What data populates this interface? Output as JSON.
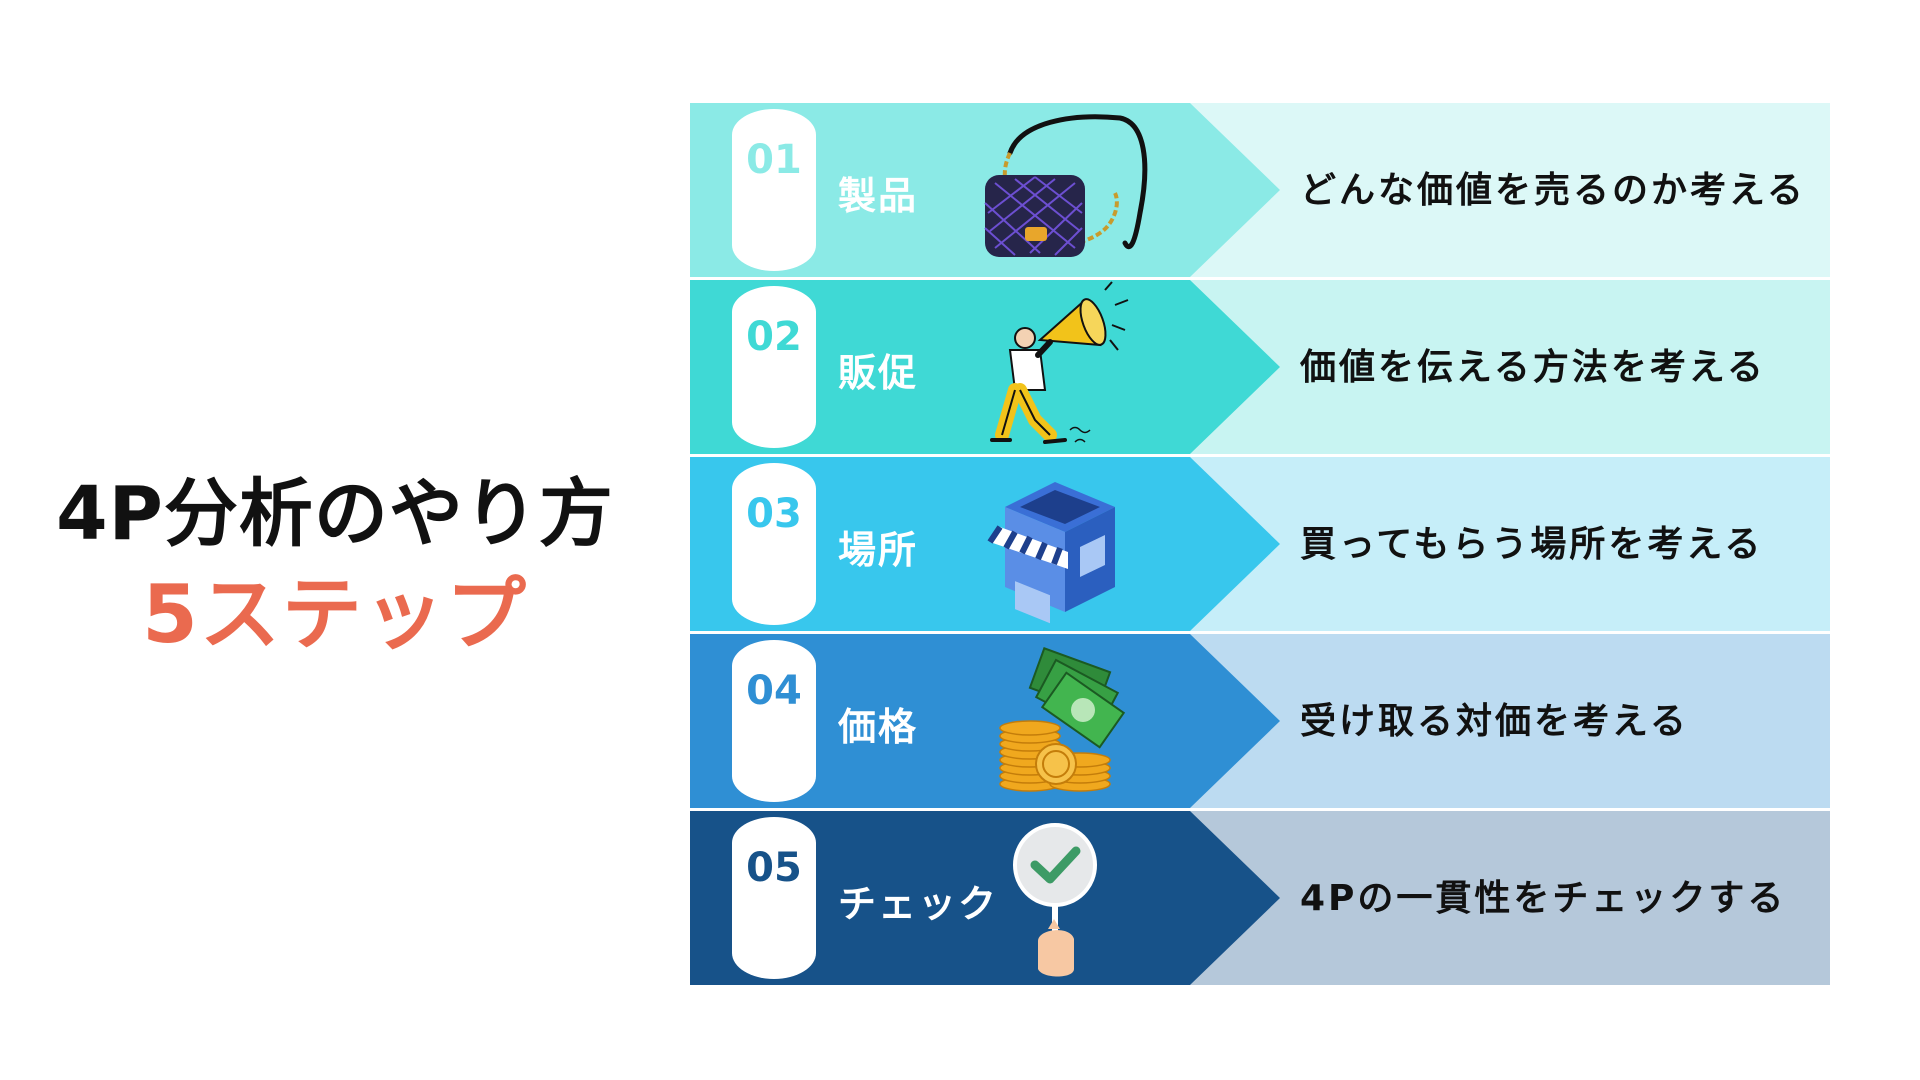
{
  "title": {
    "line1": "4P分析のやり方",
    "line2": "5ステップ",
    "line2_color": "#ea6a4f"
  },
  "steps": [
    {
      "number": "01",
      "label": "製品",
      "description": "どんな価値を売るのか考える",
      "dark_color": "#8beae6",
      "light_color": "#dcf8f7",
      "number_color": "#8beae6",
      "icon": "handbag-icon"
    },
    {
      "number": "02",
      "label": "販促",
      "description": "価値を伝える方法を考える",
      "dark_color": "#3fd9d5",
      "light_color": "#c8f4f2",
      "number_color": "#3fd9d5",
      "icon": "megaphone-person-icon"
    },
    {
      "number": "03",
      "label": "場所",
      "description": "買ってもらう場所を考える",
      "dark_color": "#38c7ed",
      "light_color": "#c6eef9",
      "number_color": "#38c7ed",
      "icon": "store-icon"
    },
    {
      "number": "04",
      "label": "価格",
      "description": "受け取る対価を考える",
      "dark_color": "#2f8fd4",
      "light_color": "#bcdbf1",
      "number_color": "#2f8fd4",
      "icon": "money-coins-icon"
    },
    {
      "number": "05",
      "label": "チェック",
      "description": "4Pの一貫性をチェックする",
      "dark_color": "#175289",
      "light_color": "#b5c8da",
      "number_color": "#175289",
      "icon": "checkmark-sign-icon"
    }
  ]
}
